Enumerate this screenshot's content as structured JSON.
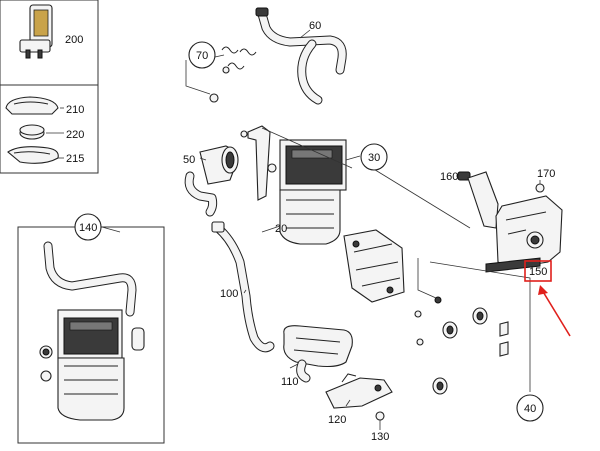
{
  "callouts": {
    "c200": "200",
    "c210": "210",
    "c220": "220",
    "c215": "215",
    "c70": "70",
    "c60": "60",
    "c50": "50",
    "c30": "30",
    "c20": "20",
    "c160": "160",
    "c170": "170",
    "c140": "140",
    "c100": "100",
    "c150": "150",
    "c110": "110",
    "c120": "120",
    "c130": "130",
    "c40": "40"
  },
  "highlight": {
    "part": "150",
    "color": "#e0201c"
  }
}
